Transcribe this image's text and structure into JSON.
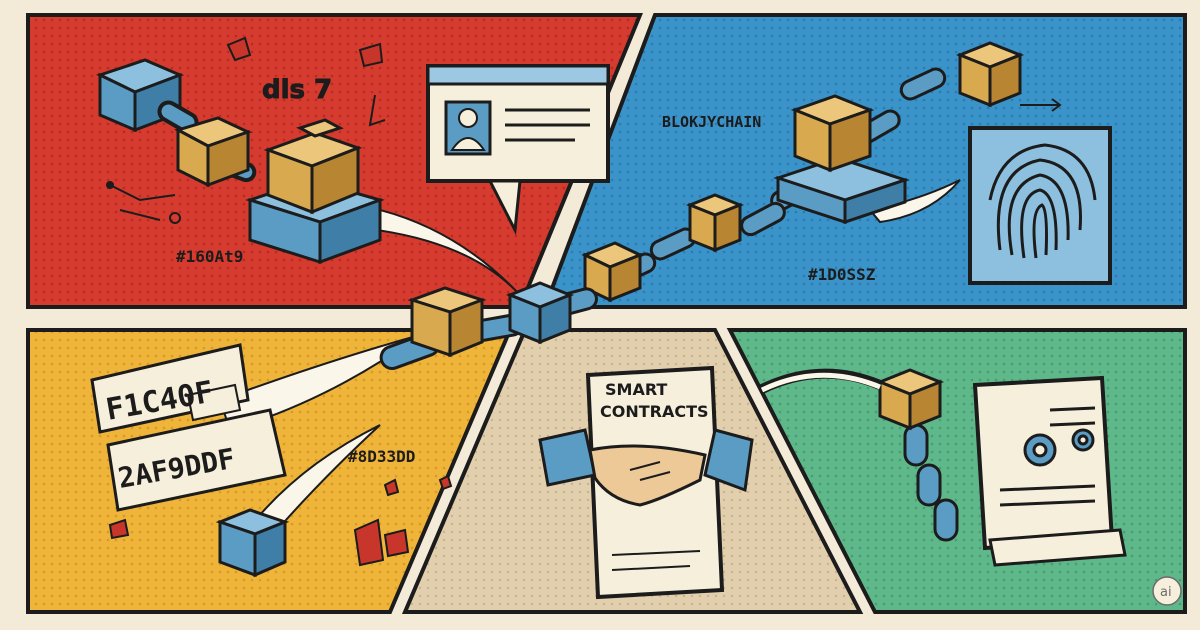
{
  "panels": [
    {
      "name": "panel-top-left",
      "color": "#d63b2f"
    },
    {
      "name": "panel-top-right",
      "color": "#3a93c9"
    },
    {
      "name": "panel-bottom-left",
      "color": "#efb43a"
    },
    {
      "name": "panel-bottom-center",
      "color": "#e2cfae"
    },
    {
      "name": "panel-bottom-right",
      "color": "#5fb88a"
    }
  ],
  "labels": {
    "scribble_red": "dls 7",
    "hash_red": "#160At9",
    "blockchain_text": "BLOKJYCHAIN",
    "hash_blue": "#1D0SSZ",
    "hash_yellow_1": "F1C40F",
    "hash_yellow_2": "2AF9DDF",
    "hash_yellow_3": "#8D33DD",
    "smart_contracts_line1": "SMART",
    "smart_contracts_line2": "CONTRACTS",
    "watermark": "ai"
  },
  "icons": [
    "id-card-icon",
    "fingerprint-icon",
    "handshake-icon",
    "gear-icon",
    "chain-icon",
    "cube-icon",
    "package-icon"
  ],
  "colors": {
    "outline": "#1c1c1c",
    "cube_blue": "#5b9cc4",
    "cube_gold": "#d8a94f",
    "paper": "#f6efdc"
  }
}
